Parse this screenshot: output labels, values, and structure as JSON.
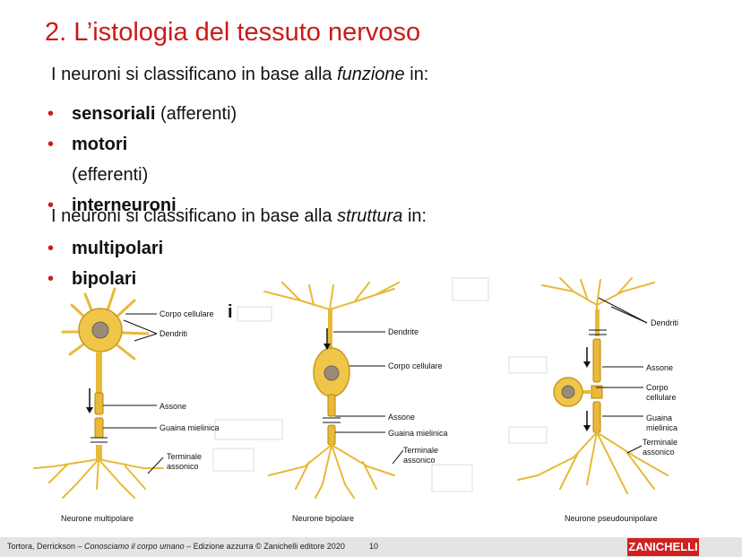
{
  "slide": {
    "title": "2. L’istologia del tessuto nervoso",
    "intro_prefix": "I neuroni si classificano in base alla ",
    "intro_emph": "funzione",
    "intro_suffix": " in:",
    "bullets_function": [
      {
        "bold": "sensoriali",
        "rest": " (afferenti)"
      },
      {
        "bold": "motori",
        "rest": ""
      },
      {
        "bold": "",
        "rest": "(efferenti)"
      },
      {
        "bold": "interneuroni",
        "rest": ""
      }
    ],
    "struct_prefix": "I neuroni si classificano in base alla ",
    "struct_emph": "struttura",
    "struct_suffix": " in:",
    "bullets_structure": [
      {
        "bold": "multipolari",
        "rest": ""
      },
      {
        "bold": "bipolari",
        "rest": ""
      }
    ],
    "stray_glyph": "i"
  },
  "figure": {
    "multipolar": {
      "caption": "Neurone multipolare",
      "labels": {
        "corpo": "Corpo cellulare",
        "dendriti": "Dendriti",
        "assone": "Assone",
        "guaina": "Guaina mielinica",
        "terminale1": "Terminale",
        "terminale2": "assonico"
      }
    },
    "bipolar": {
      "caption": "Neurone bipolare",
      "labels": {
        "dendrite": "Dendrite",
        "corpo": "Corpo cellulare",
        "assone": "Assone",
        "guaina": "Guaina mielinica",
        "terminale1": "Terminale",
        "terminale2": "assonico"
      }
    },
    "pseudounipolar": {
      "caption": "Neurone pseudounipolare",
      "labels": {
        "dendriti": "Dendriti",
        "assone": "Assone",
        "corpo1": "Corpo",
        "corpo2": "cellulare",
        "guaina1": "Guaina",
        "guaina2": "mielinica",
        "terminale1": "Terminale",
        "terminale2": "assonico"
      }
    },
    "colors": {
      "neuron": "#e8b93a",
      "neuron_dark": "#b8860b",
      "nucleus": "#9a8a78"
    }
  },
  "footer": {
    "credit_prefix": "Tortora, Derrickson – ",
    "credit_emph": "Conosciamo il corpo umano",
    "credit_suffix": " –  Edizione azzurra © Zanichelli editore 2020",
    "page": "10",
    "logo": "ZANICHELLI"
  }
}
